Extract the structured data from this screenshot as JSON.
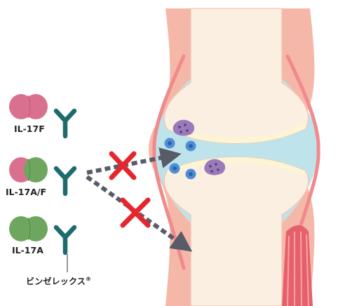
{
  "cytokines": [
    {
      "id": "il17f",
      "label": "IL-17F",
      "subunit_left": "#d9708f",
      "subunit_right": "#d9708f"
    },
    {
      "id": "il17af",
      "label": "IL-17A/F",
      "subunit_left": "#d9708f",
      "subunit_right": "#6ea660"
    },
    {
      "id": "il17a",
      "label": "IL-17A",
      "subunit_left": "#6ea660",
      "subunit_right": "#6ea660"
    }
  ],
  "drug": {
    "label": "ビンゼレックス",
    "mark": "®",
    "antibody_color": "#1e6b6e"
  },
  "colors": {
    "bone": "#fbefe2",
    "bone_outline": "#f4c3b3",
    "capsule": "#f5b8a8",
    "cartilage": "#fdf4d4",
    "synovial_fluid": "#bfe3ea",
    "inflamed_membrane": "#f08a8c",
    "block_mark": "#e5272d",
    "arrow": "#585c69",
    "immune_cell": "#4f8fd6",
    "activated_cell": "#9a7ab9",
    "muscle": "#e6606b"
  }
}
